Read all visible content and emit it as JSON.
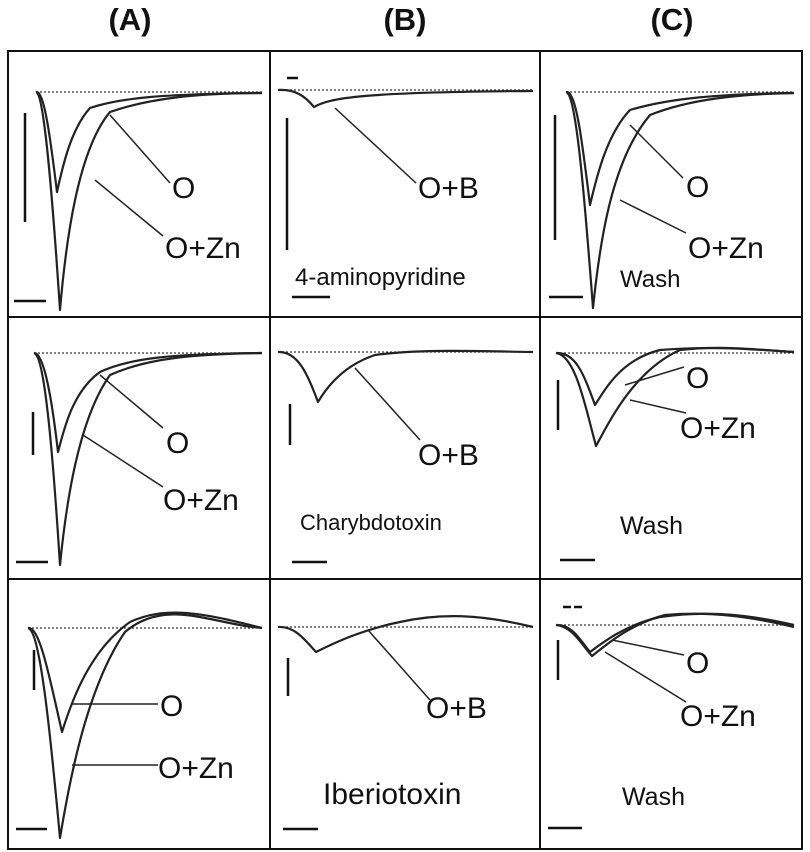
{
  "columns": [
    "(A)",
    "(B)",
    "(C)"
  ],
  "panels": [
    {
      "id": "a1",
      "labels": [
        "O",
        "O+Zn"
      ],
      "caption": ""
    },
    {
      "id": "b1",
      "labels": [
        "O+B"
      ],
      "caption": "4-aminopyridine"
    },
    {
      "id": "c1",
      "labels": [
        "O",
        "O+Zn"
      ],
      "caption": "Wash"
    },
    {
      "id": "a2",
      "labels": [
        "O",
        "O+Zn"
      ],
      "caption": ""
    },
    {
      "id": "b2",
      "labels": [
        "O+B"
      ],
      "caption": "Charybdotoxin"
    },
    {
      "id": "c2",
      "labels": [
        "O",
        "O+Zn"
      ],
      "caption": "Wash"
    },
    {
      "id": "a3",
      "labels": [
        "O",
        "O+Zn"
      ],
      "caption": ""
    },
    {
      "id": "b3",
      "labels": [
        "O+B"
      ],
      "caption": "Iberiotoxin"
    },
    {
      "id": "c3",
      "labels": [
        "O",
        "O+Zn"
      ],
      "caption": "Wash"
    }
  ]
}
